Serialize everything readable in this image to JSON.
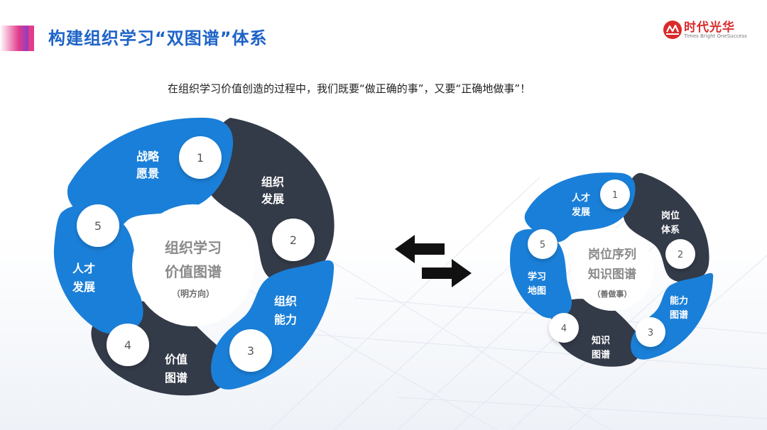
{
  "header": {
    "title": "构建组织学习“双图谱”体系",
    "logo_text": "时代光华",
    "logo_sub": "Times Bright OneSuccess"
  },
  "subtitle": "在组织学习价值创造的过程中，我们既要“做正确的事”，又要“正确地做事”！",
  "left_ring": {
    "center_title_1": "组织学习",
    "center_title_2": "价值图谱",
    "center_sub": "（明方向）",
    "segments": [
      {
        "num": "1",
        "line1": "战略",
        "line2": "愿景"
      },
      {
        "num": "2",
        "line1": "组织",
        "line2": "发展"
      },
      {
        "num": "3",
        "line1": "组织",
        "line2": "能力"
      },
      {
        "num": "4",
        "line1": "价值",
        "line2": "图谱"
      },
      {
        "num": "5",
        "line1": "人才",
        "line2": "发展"
      }
    ]
  },
  "right_ring": {
    "center_title_1": "岗位序列",
    "center_title_2": "知识图谱",
    "center_sub": "（善做事）",
    "segments": [
      {
        "num": "1",
        "line1": "人才",
        "line2": "发展"
      },
      {
        "num": "2",
        "line1": "岗位",
        "line2": "体系"
      },
      {
        "num": "3",
        "line1": "能力",
        "line2": "图谱"
      },
      {
        "num": "4",
        "line1": "知识",
        "line2": "图谱"
      },
      {
        "num": "5",
        "line1": "学习",
        "line2": "地图"
      }
    ]
  },
  "colors": {
    "blue": "#1a7fd8",
    "dark": "#333a48",
    "title_blue": "#1e63c8",
    "accent_pink": "#e23b8c",
    "logo_red": "#d92a2a"
  },
  "icons": {
    "exchange": "double-arrow-exchange-icon",
    "logo": "times-bright-logo-icon"
  }
}
